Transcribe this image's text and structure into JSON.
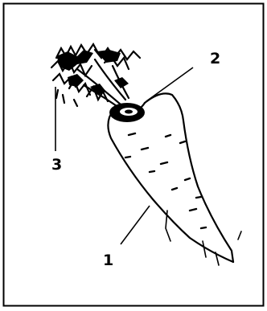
{
  "figure": {
    "subject": "carrot",
    "callouts": [
      {
        "number": "1",
        "points_to": "root"
      },
      {
        "number": "2",
        "points_to": "crown"
      },
      {
        "number": "3",
        "points_to": "leaves"
      }
    ]
  },
  "colors": {
    "ink": "#000000",
    "background": "#ffffff"
  }
}
